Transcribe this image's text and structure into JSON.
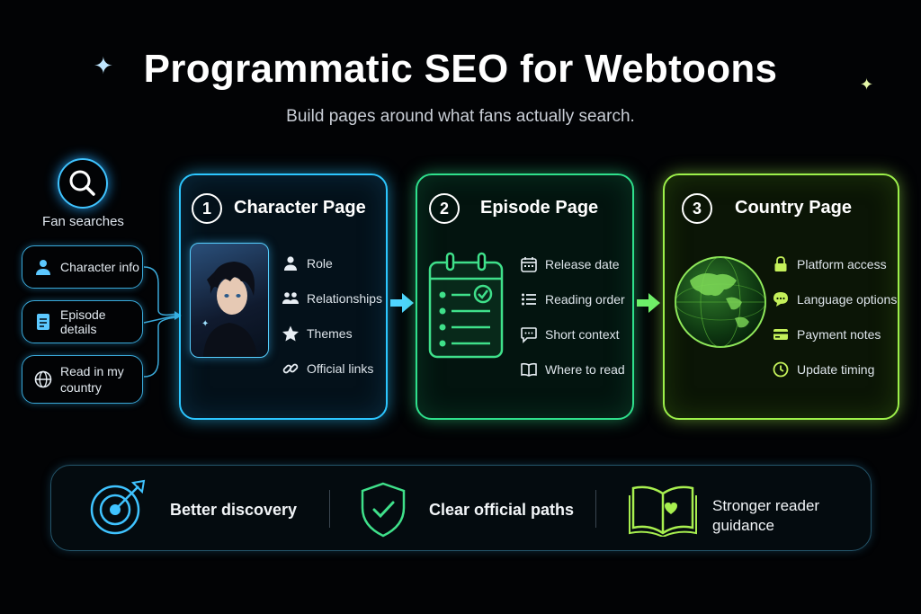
{
  "header": {
    "title": "Programmatic SEO for Webtoons",
    "subtitle": "Build pages around what fans actually search."
  },
  "fan_searches": {
    "label": "Fan searches",
    "items": [
      {
        "label": "Character info",
        "icon": "person-icon"
      },
      {
        "label": "Episode details",
        "icon": "document-icon"
      },
      {
        "label": "Read in my country",
        "icon": "globe-icon"
      }
    ]
  },
  "cards": [
    {
      "number": "1",
      "title": "Character Page",
      "accent": "#2cc6ff",
      "items": [
        {
          "label": "Role",
          "icon": "person-icon"
        },
        {
          "label": "Relationships",
          "icon": "people-icon"
        },
        {
          "label": "Themes",
          "icon": "star-icon"
        },
        {
          "label": "Official links",
          "icon": "link-icon"
        }
      ]
    },
    {
      "number": "2",
      "title": "Episode Page",
      "accent": "#2fe08c",
      "items": [
        {
          "label": "Release date",
          "icon": "calendar-icon"
        },
        {
          "label": "Reading order",
          "icon": "list-icon"
        },
        {
          "label": "Short context",
          "icon": "chat-icon"
        },
        {
          "label": "Where to read",
          "icon": "book-icon"
        }
      ]
    },
    {
      "number": "3",
      "title": "Country Page",
      "accent": "#9df04a",
      "items": [
        {
          "label": "Platform access",
          "icon": "lock-icon"
        },
        {
          "label": "Language options",
          "icon": "speech-bubble-icon"
        },
        {
          "label": "Payment notes",
          "icon": "credit-card-icon"
        },
        {
          "label": "Update timing",
          "icon": "clock-icon"
        }
      ]
    }
  ],
  "benefits": [
    {
      "label": "Better discovery",
      "icon": "target-icon",
      "color": "#3fc3ff"
    },
    {
      "label": "Clear official paths",
      "icon": "shield-check-icon",
      "color": "#3fe08a"
    },
    {
      "label": "Stronger reader guidance",
      "line1": "Stronger reader",
      "line2": "guidance",
      "icon": "open-book-heart-icon",
      "color": "#a8ef4f"
    }
  ]
}
